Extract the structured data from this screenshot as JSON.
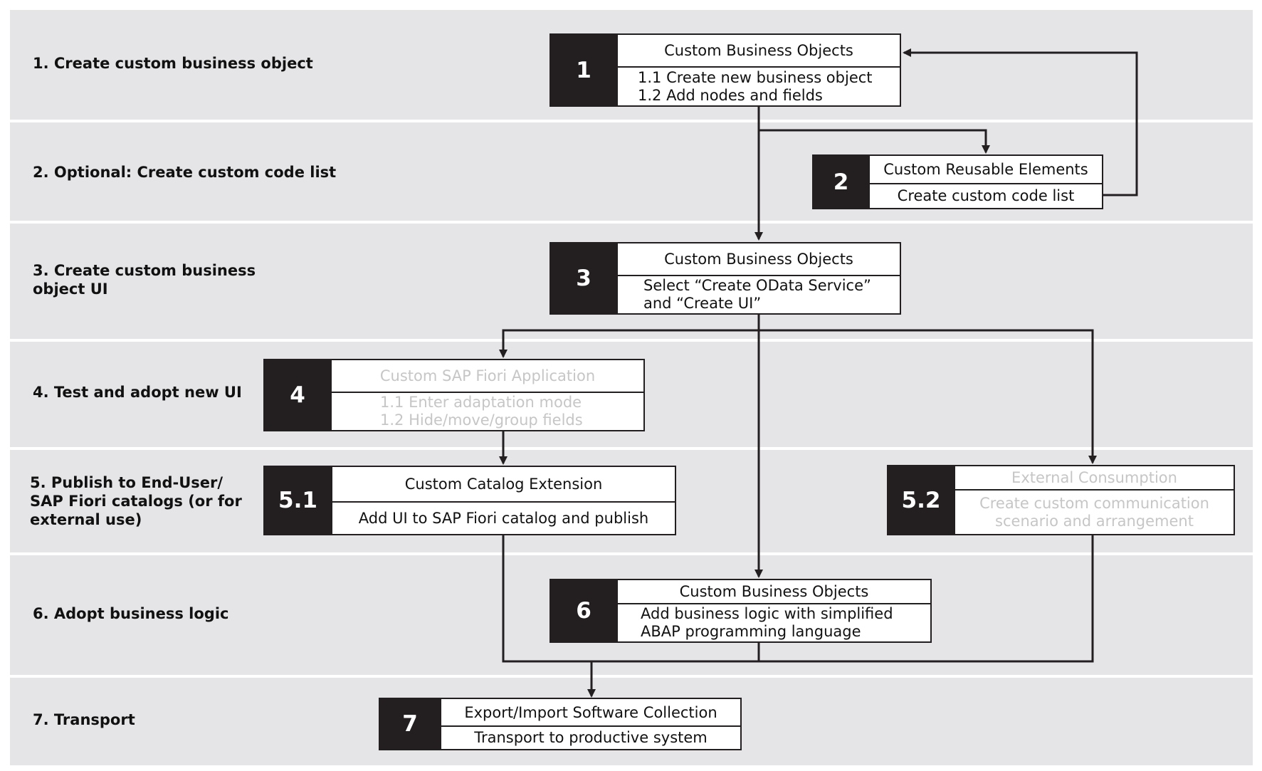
{
  "rows": [
    {
      "label": "1. Create custom business object"
    },
    {
      "label": "2. Optional: Create custom code list"
    },
    {
      "label": "3. Create custom business\nobject UI"
    },
    {
      "label": "4. Test and adopt new UI"
    },
    {
      "label": "5. Publish to End-User/\nSAP Fiori catalogs (or for\nexternal use)"
    },
    {
      "label": "6. Adopt business logic"
    },
    {
      "label": "7. Transport"
    }
  ],
  "steps": {
    "s1": {
      "number": "1",
      "title": "Custom Business Objects",
      "lines": [
        "1.1 Create new business object",
        "1.2 Add nodes and fields"
      ]
    },
    "s2": {
      "number": "2",
      "title": "Custom Reusable Elements",
      "lines": [
        "Create custom code list"
      ]
    },
    "s3": {
      "number": "3",
      "title": "Custom Business Objects",
      "lines": [
        "Select “Create OData Service”",
        "and “Create UI”"
      ]
    },
    "s4": {
      "number": "4",
      "title": "Custom SAP Fiori Application",
      "lines": [
        "1.1 Enter adaptation mode",
        "1.2 Hide/move/group fields"
      ]
    },
    "s51": {
      "number": "5.1",
      "title": "Custom Catalog Extension",
      "lines": [
        "Add UI to SAP Fiori catalog and publish"
      ]
    },
    "s52": {
      "number": "5.2",
      "title": "External Consumption",
      "lines": [
        "Create custom communication",
        "scenario and arrangement"
      ]
    },
    "s6": {
      "number": "6",
      "title": "Custom Business Objects",
      "lines": [
        "Add business logic with simplified",
        "ABAP programming language"
      ]
    },
    "s7": {
      "number": "7",
      "title": "Export/Import Software Collection",
      "lines": [
        "Transport to productive system"
      ]
    }
  },
  "colors": {
    "band": "#e5e5e7",
    "dark": "#231f20",
    "faded_text": "#c6c6c6"
  }
}
